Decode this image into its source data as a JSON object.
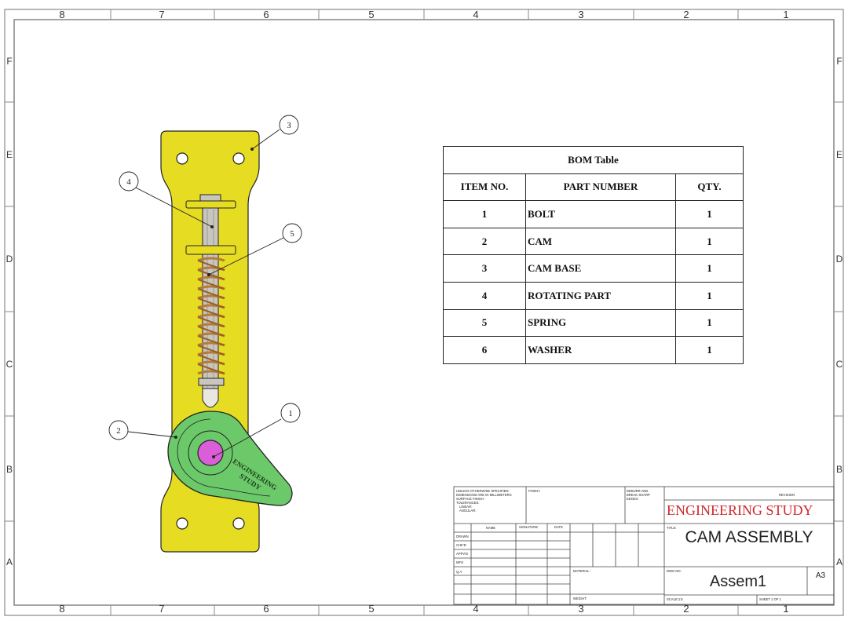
{
  "sheet": {
    "zones_horizontal": [
      "8",
      "7",
      "6",
      "5",
      "4",
      "3",
      "2",
      "1"
    ],
    "zones_vertical": [
      "F",
      "E",
      "D",
      "C",
      "B",
      "A"
    ]
  },
  "balloons": [
    {
      "number": "1"
    },
    {
      "number": "2"
    },
    {
      "number": "3"
    },
    {
      "number": "4"
    },
    {
      "number": "5"
    }
  ],
  "cam_engraving": [
    "ENGINEERING",
    "STUDY"
  ],
  "colors": {
    "cam_base": "#e6dc22",
    "cam": "#6cc96a",
    "rotating_part_hub": "#d95ed8",
    "spring": "#b67a3a",
    "bolt": "#c9c6bd",
    "company_text": "#d4262b"
  },
  "bom": {
    "title": "BOM Table",
    "headers": [
      "ITEM NO.",
      "PART NUMBER",
      "QTY."
    ],
    "rows": [
      {
        "item": "1",
        "part": "BOLT",
        "qty": "1"
      },
      {
        "item": "2",
        "part": "CAM",
        "qty": "1"
      },
      {
        "item": "3",
        "part": "CAM BASE",
        "qty": "1"
      },
      {
        "item": "4",
        "part": "ROTATING PART",
        "qty": "1"
      },
      {
        "item": "5",
        "part": "SPRING",
        "qty": "1"
      },
      {
        "item": "6",
        "part": "WASHER",
        "qty": "1"
      }
    ]
  },
  "title_block": {
    "unless_note": [
      "UNLESS OTHERWISE SPECIFIED:",
      "DIMENSIONS ARE IN MILLIMETERS",
      "SURFACE FINISH:",
      "TOLERANCES:",
      "LINEAR:",
      "ANGULAR:"
    ],
    "finish_label": "FINISH:",
    "deburr_label": [
      "DEBURR AND",
      "BREAK SHARP",
      "EDGES"
    ],
    "revision_label": "REVISION",
    "name_label": "NAME",
    "signature_label": "SIGNATURE",
    "date_label": "DATE",
    "roles": [
      "DRAWN",
      "CHK'D",
      "APPV'D",
      "MFG",
      "Q.A"
    ],
    "material_label": "MATERIAL:",
    "weight_label": "WEIGHT:",
    "title_label": "TITLE:",
    "dwg_no_label": "DWG NO.",
    "scale_label": "SCALE:1:5",
    "sheet_label": "SHEET 1 OF 1",
    "company": "ENGINEERING STUDY",
    "title": "CAM ASSEMBLY",
    "dwg_no": "Assem1",
    "size": "A3"
  }
}
